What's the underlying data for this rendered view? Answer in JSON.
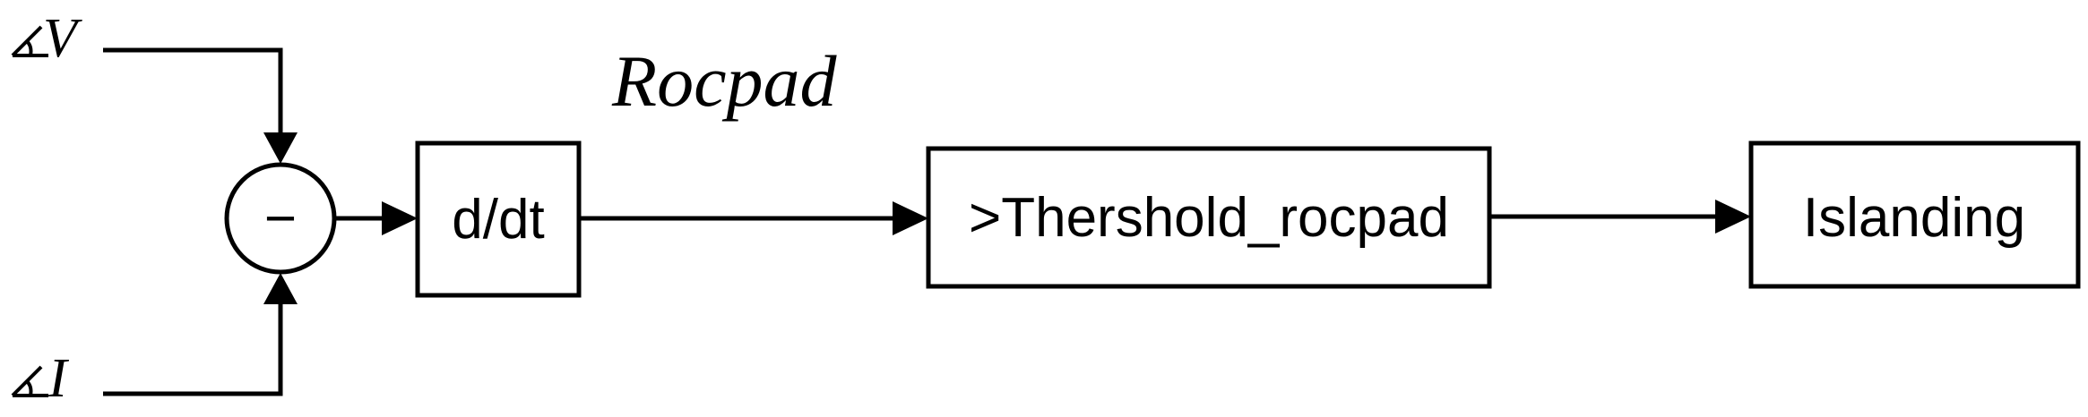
{
  "diagram": {
    "title": "Rocpad",
    "inputs": {
      "voltage_angle": "V",
      "current_angle": "I"
    },
    "summing_junction": "−",
    "blocks": {
      "derivative": "d/dt",
      "threshold": ">Thershold_rocpad",
      "output": "Islanding"
    }
  }
}
